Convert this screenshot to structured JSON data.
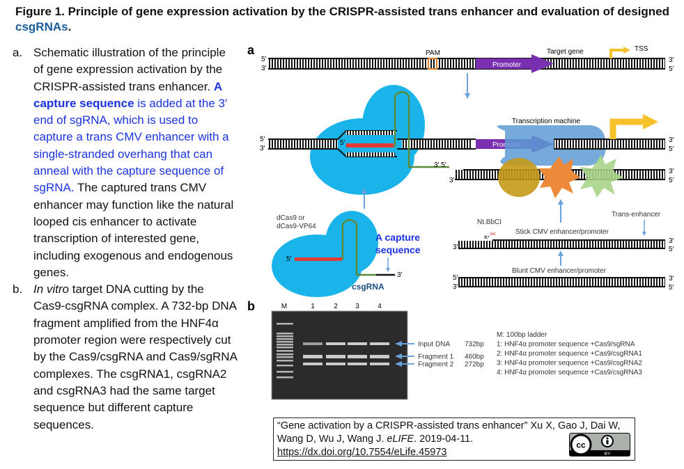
{
  "figure": {
    "title_prefix": "Figure 1. Principle of gene expression activation by the CRISPR-assisted trans enhancer and evaluation of designed ",
    "title_link": "csgRNAs",
    "title_suffix": "."
  },
  "caption": {
    "a": {
      "marker": "a.",
      "text1": "Schematic illustration of the principle of gene expression activation by the CRISPR-assisted trans enhancer. ",
      "bold_blue": "A capture sequence",
      "blue": " is added at the 3′ end of sgRNA, which is used to capture a trans CMV enhancer with a single-stranded overhang that can anneal with the capture sequence of sgRNA.",
      "text2": " The captured trans CMV enhancer may function like the natural looped cis enhancer to activate transcription of interested gene, including exogenous and endogenous genes."
    },
    "b": {
      "marker": "b.",
      "italic": "In vitro",
      "text": " target DNA cutting by the Cas9-csgRNA complex. A 732-bp DNA fragment amplified from the HNF4α promoter region were respectively cut by the Cas9/csgRNA and Cas9/sgRNA complexes. The csgRNA1, csgRNA2 and csgRNA3 had the same target sequence but different capture sequences."
    }
  },
  "panel_a": {
    "label": "a",
    "pam": "PAM",
    "target_gene": "Target gene",
    "tss": "TSS",
    "promoter": "Promoter",
    "transcription_machine": "Transcription machine",
    "dcas9": "dCas9 or",
    "dcas9_vp64": "dCas9-VP64",
    "capture_seq_1": "A capture",
    "capture_seq_2": "sequence",
    "csgrna": "csgRNA",
    "trans_enhancer": "Trans-enhancer",
    "ntbbci": "Nt.BbCI",
    "stick": "Stick CMV enhancer/promoter",
    "blunt": "Blunt CMV enhancer/promoter",
    "five": "5′",
    "three": "3′",
    "three_five": "3′ 5′"
  },
  "panel_b": {
    "label": "b",
    "lanes": [
      "M",
      "1",
      "2",
      "3",
      "4"
    ],
    "bands": [
      {
        "name": "Input DNA",
        "size": "732bp"
      },
      {
        "name": "Fragment 1",
        "size": "460bp"
      },
      {
        "name": "Fragment 2",
        "size": "272bp"
      }
    ],
    "legend": [
      "M: 100bp ladder",
      "1: HNF4α promoter sequence +Cas9/sgRNA",
      "2: HNF4α promoter sequence +Cas9/csgRNA1",
      "3: HNF4α promoter sequence +Cas9/csgRNA2",
      "4: HNF4α promoter sequence +Cas9/csgRNA3"
    ]
  },
  "citation": {
    "line1": "“Gene activation by a CRISPR-assisted trans enhancer” Xu X, Gao J, Dai W,",
    "line2a": "Wang D, Wu J, Wang J. ",
    "journal": "eLIFE",
    "line2b": ". 2019-04-11.",
    "doi": "https://dx.doi.org/10.7554/eLife.45973",
    "license_icon": "cc-by-icon",
    "license_label": "BY"
  },
  "colors": {
    "cas9": "#1ab4ea",
    "promoter": "#7a2fb0",
    "tss_arrow": "#f7c12b",
    "guide": "#e53935",
    "rna_stem": "#5a8a3a",
    "transcription_machine": "#5d9bd5",
    "arrow": "#6aa3db",
    "blue_text": "#1b33e0",
    "link_blue": "#1a5b9a"
  }
}
